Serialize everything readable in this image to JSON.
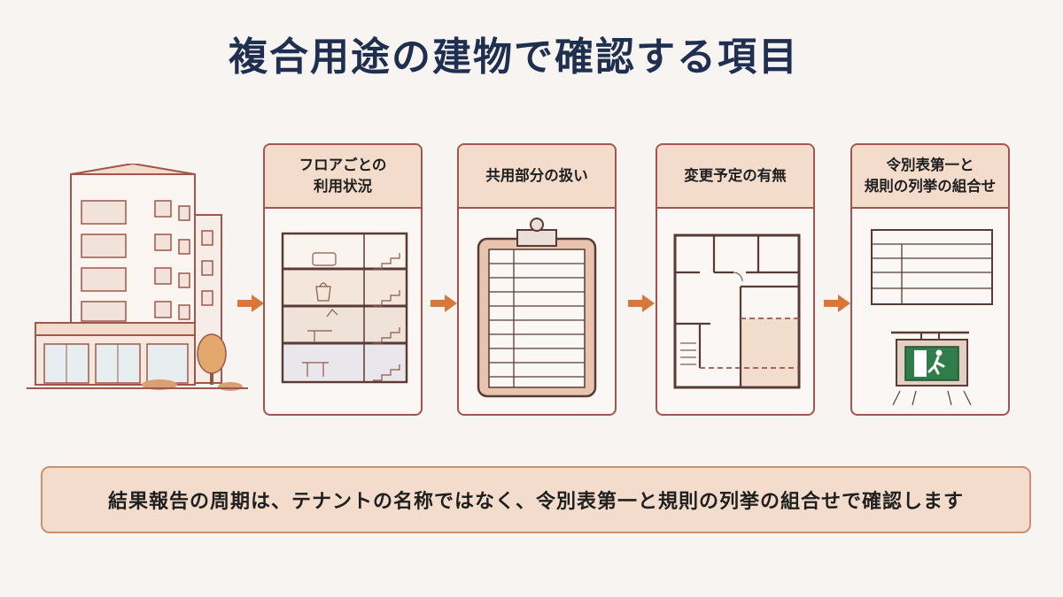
{
  "title": "複合用途の建物で確認する項目",
  "steps": [
    {
      "label_line1": "フロアごとの",
      "label_line2": "利用状況",
      "illustration": "building-cross-section"
    },
    {
      "label_line1": "共用部分の扱い",
      "label_line2": "",
      "illustration": "clipboard-checklist"
    },
    {
      "label_line1": "変更予定の有無",
      "label_line2": "",
      "illustration": "floor-plan"
    },
    {
      "label_line1": "令別表第一と",
      "label_line2": "規則の列挙の組合せ",
      "illustration": "table-and-exit-sign"
    }
  ],
  "summary": "結果報告の周期は、テナントの名称ではなく、令別表第一と規則の列挙の組合せで確認します",
  "colors": {
    "title": "#1f2f4f",
    "card_border": "#a0564a",
    "card_header": "#f3dccb",
    "arrow": "#d9773a",
    "exit_sign": "#2e7d4a"
  }
}
